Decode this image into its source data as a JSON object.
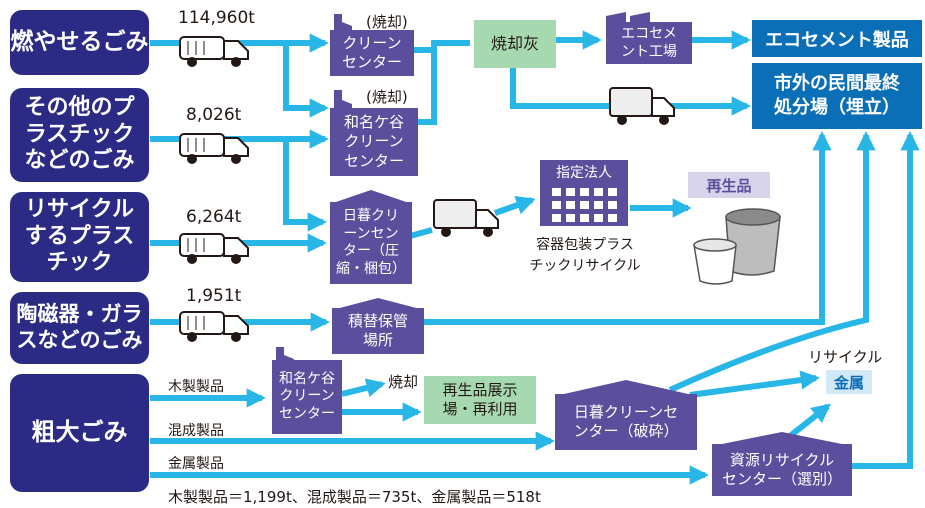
{
  "sources": {
    "burnable": "燃やせるごみ",
    "plastic_other": "その他のプ\nラスチック\nなどのごみ",
    "recycle_plastic": "リサイクル\nするプラス\nチック",
    "ceramic_glass": "陶磁器・ガラ\nスなどのごみ",
    "bulky": "粗大ごみ"
  },
  "quantities": {
    "burnable": "114,960t",
    "plastic_other": "8,026t",
    "recycle_plastic": "6,264t",
    "ceramic_glass": "1,951t"
  },
  "facilities": {
    "clean_center": "クリーン\nセンター",
    "clean_center_tag": "(焼却)",
    "wanagaya": "和名ケ谷\nクリーン\nセンター",
    "wanagaya_tag": "(焼却)",
    "nippori": "日暮クリ\nーンセン\nター（圧\n縮・梱包）",
    "transfer": "積替保管\n場所",
    "wanagaya_bulky": "和名ケ谷\nクリーン\nセンター",
    "nippori_crush": "日暮クリーンセ\nンター（破砕）",
    "resource": "資源リサイクル\nセンター（選別）",
    "eco_cement_plant": "エコセメ\nント工場",
    "designated": "指定法人"
  },
  "labels": {
    "ash": "焼却灰",
    "eco_cement": "エコセメント製品",
    "landfill": "市外の民間最終\n処分場（埋立）",
    "recycled_goods": "再生品",
    "container_recycle": "容器包装プラス\nチックリサイクル",
    "display_reuse": "再生品展示\n場・再利用",
    "incineration": "焼却",
    "recycle": "リサイクル",
    "metal": "金属",
    "wood": "木製製品",
    "mixed": "混成製品",
    "metal_products": "金属製品",
    "footer": "木製製品＝1,199t、混成製品＝735t、金属製品＝518t"
  },
  "colors": {
    "source": "#2b2a84",
    "facility": "#5b4f9d",
    "destination": "#0b6fb8",
    "arrow": "#27b6e6",
    "green_box": "#a7d9b1",
    "recycled_label": "#d6d3ea",
    "metal_label": "#d3e8f6"
  }
}
